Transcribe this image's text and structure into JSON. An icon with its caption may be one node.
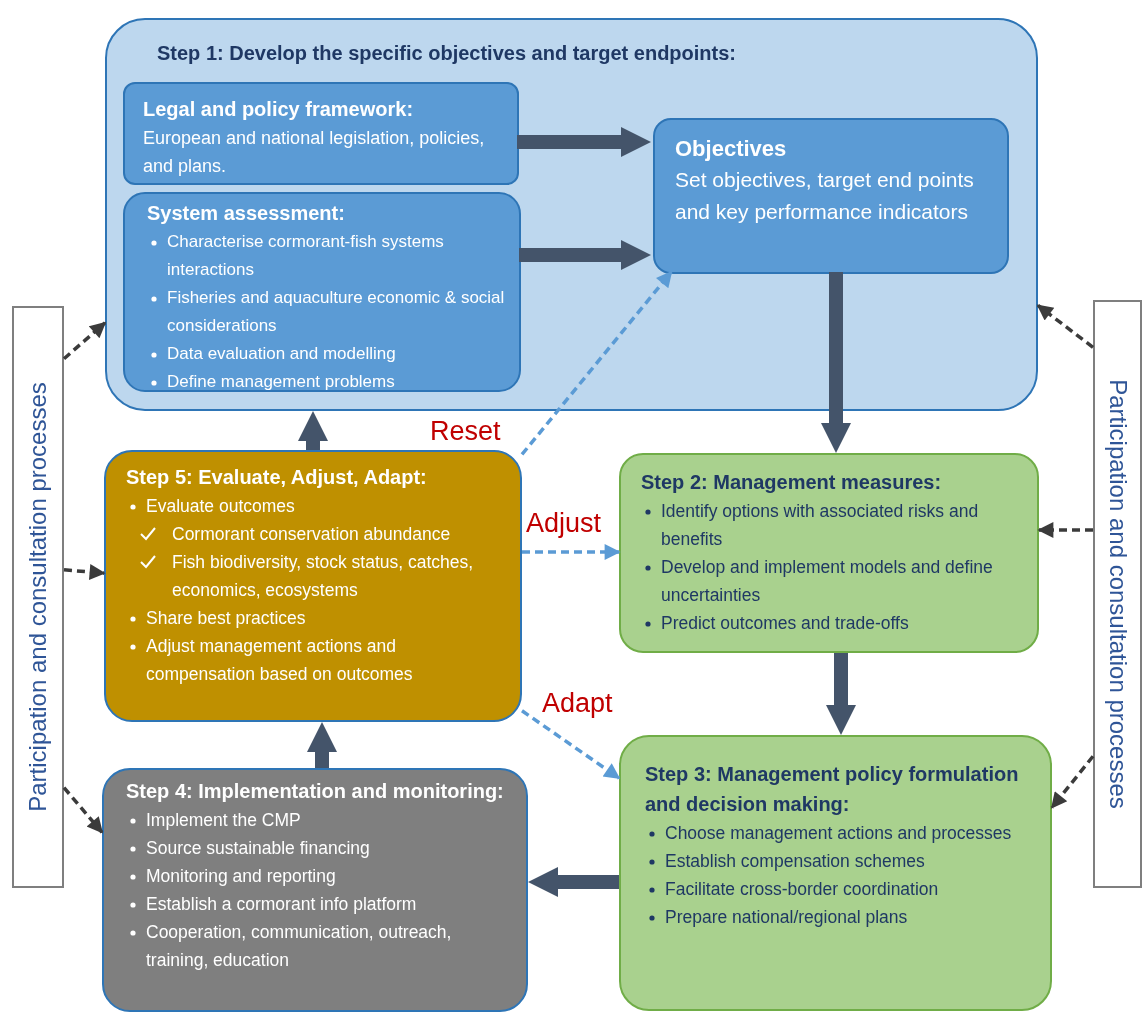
{
  "diagram": {
    "nodes": [
      {
        "text": [
          "Step 1: Develop the specific objectives and target endpoints:"
        ]
      },
      {
        "text": [
          "Legal and policy framework:",
          "European and national legislation, policies, and plans."
        ],
        "in": 0
      },
      {
        "text": [
          "System assessment:",
          "Characterise cormorant-fish systems interactions",
          "Fisheries and aquaculture economic & social considerations",
          "Data evaluation and modelling",
          "Define management problems"
        ],
        "in": 0
      },
      {
        "text": [
          "Objectives",
          "Set objectives, target end points and key performance indicators"
        ],
        "in": 0
      },
      {
        "text": [
          "Step 5: Evaluate, Adjust, Adapt:",
          "Evaluate outcomes",
          "Cormorant conservation abundance",
          "Fish biodiversity, stock status, catches, economics, ecosystems",
          "Share best practices",
          "Adjust management actions and compensation based on outcomes"
        ]
      },
      {
        "text": [
          "Step 2: Management measures:",
          "Identify options with associated risks and benefits",
          "Develop and implement models and define uncertainties",
          "Predict outcomes and trade-offs"
        ]
      },
      {
        "text": [
          "Step 4: Implementation and monitoring:",
          "Implement the CMP",
          "Source sustainable financing",
          "Monitoring and reporting",
          "Establish a cormorant info platform",
          "Cooperation, communication, outreach, training, education"
        ]
      },
      {
        "text": [
          "Step 3: Management policy formulation and decision making:",
          "Choose management actions and processes",
          "Establish compensation schemes",
          "Facilitate cross-border coordination",
          "Prepare national/regional plans"
        ]
      },
      {
        "text": [
          "Participation and consultation processes"
        ]
      },
      {
        "text": [
          "Participation and consultation processes"
        ]
      }
    ],
    "edges": [
      {
        "from": 1,
        "to": 3,
        "arrow": "to",
        "style": "thick"
      },
      {
        "from": 2,
        "to": 3,
        "arrow": "to",
        "style": "thick"
      },
      {
        "from": 3,
        "to": 5,
        "arrow": "to",
        "style": "thick"
      },
      {
        "from": 5,
        "to": 7,
        "arrow": "to",
        "style": "thick"
      },
      {
        "from": 7,
        "to": 6,
        "arrow": "to",
        "style": "thick"
      },
      {
        "from": 6,
        "to": 4,
        "arrow": "to",
        "style": "thick"
      },
      {
        "from": 4,
        "to": 0,
        "arrow": "to",
        "style": "thick"
      },
      {
        "from": 4,
        "to": 3,
        "arrow": "to",
        "label": "Reset",
        "style": "dashed",
        "color": "#5b9bd5"
      },
      {
        "from": 4,
        "to": 5,
        "arrow": "to",
        "label": "Adjust",
        "style": "dashed",
        "color": "#5b9bd5"
      },
      {
        "from": 4,
        "to": 7,
        "arrow": "to",
        "label": "Adapt",
        "style": "dashed",
        "color": "#5b9bd5"
      },
      {
        "from": 8,
        "to": 0,
        "arrow": "to",
        "style": "dashed"
      },
      {
        "from": 8,
        "to": 4,
        "arrow": "to",
        "style": "dashed"
      },
      {
        "from": 8,
        "to": 6,
        "arrow": "to",
        "style": "dashed"
      },
      {
        "from": 9,
        "to": 0,
        "arrow": "to",
        "style": "dashed"
      },
      {
        "from": 9,
        "to": 5,
        "arrow": "to",
        "style": "dashed"
      },
      {
        "from": 9,
        "to": 7,
        "arrow": "to",
        "style": "dashed"
      }
    ]
  }
}
